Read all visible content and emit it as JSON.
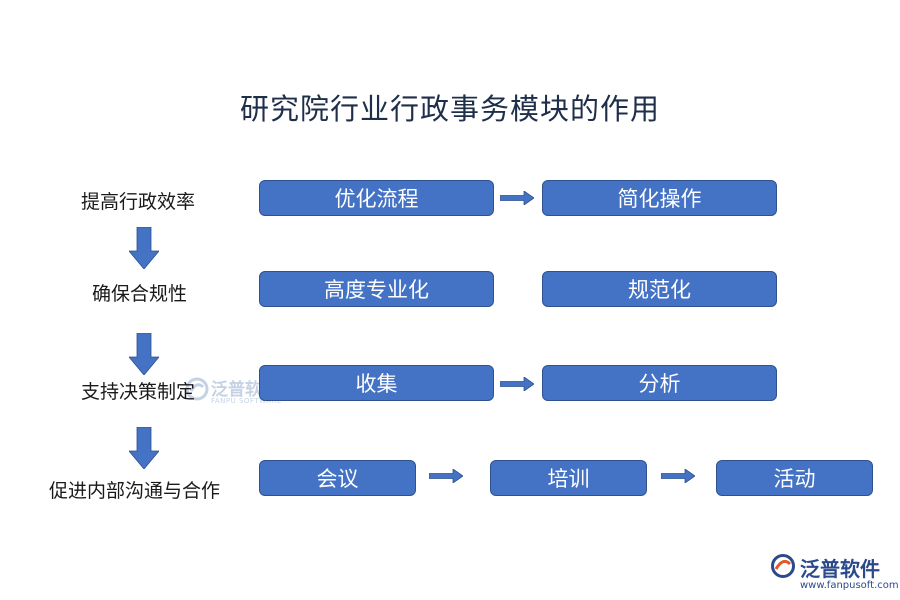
{
  "title": "研究院行业行政事务模块的作用",
  "rows": [
    {
      "label": "提高行政效率",
      "boxes": [
        "优化流程",
        "简化操作"
      ]
    },
    {
      "label": "确保合规性",
      "boxes": [
        "高度专业化",
        "规范化"
      ]
    },
    {
      "label": "支持决策制定",
      "boxes": [
        "收集",
        "分析"
      ]
    },
    {
      "label": "促进内部沟通与合作",
      "boxes": [
        "会议",
        "培训",
        "活动"
      ]
    }
  ],
  "watermark": {
    "name": "泛普软",
    "sub": "FANPU SOFTWARE"
  },
  "brand": {
    "name": "泛普软件",
    "url": "www.fanpusoft.com"
  },
  "colors": {
    "box_fill": "#4472c4",
    "box_border": "#2f528f",
    "arrow": "#4472c4",
    "title": "#1f2f4a"
  }
}
